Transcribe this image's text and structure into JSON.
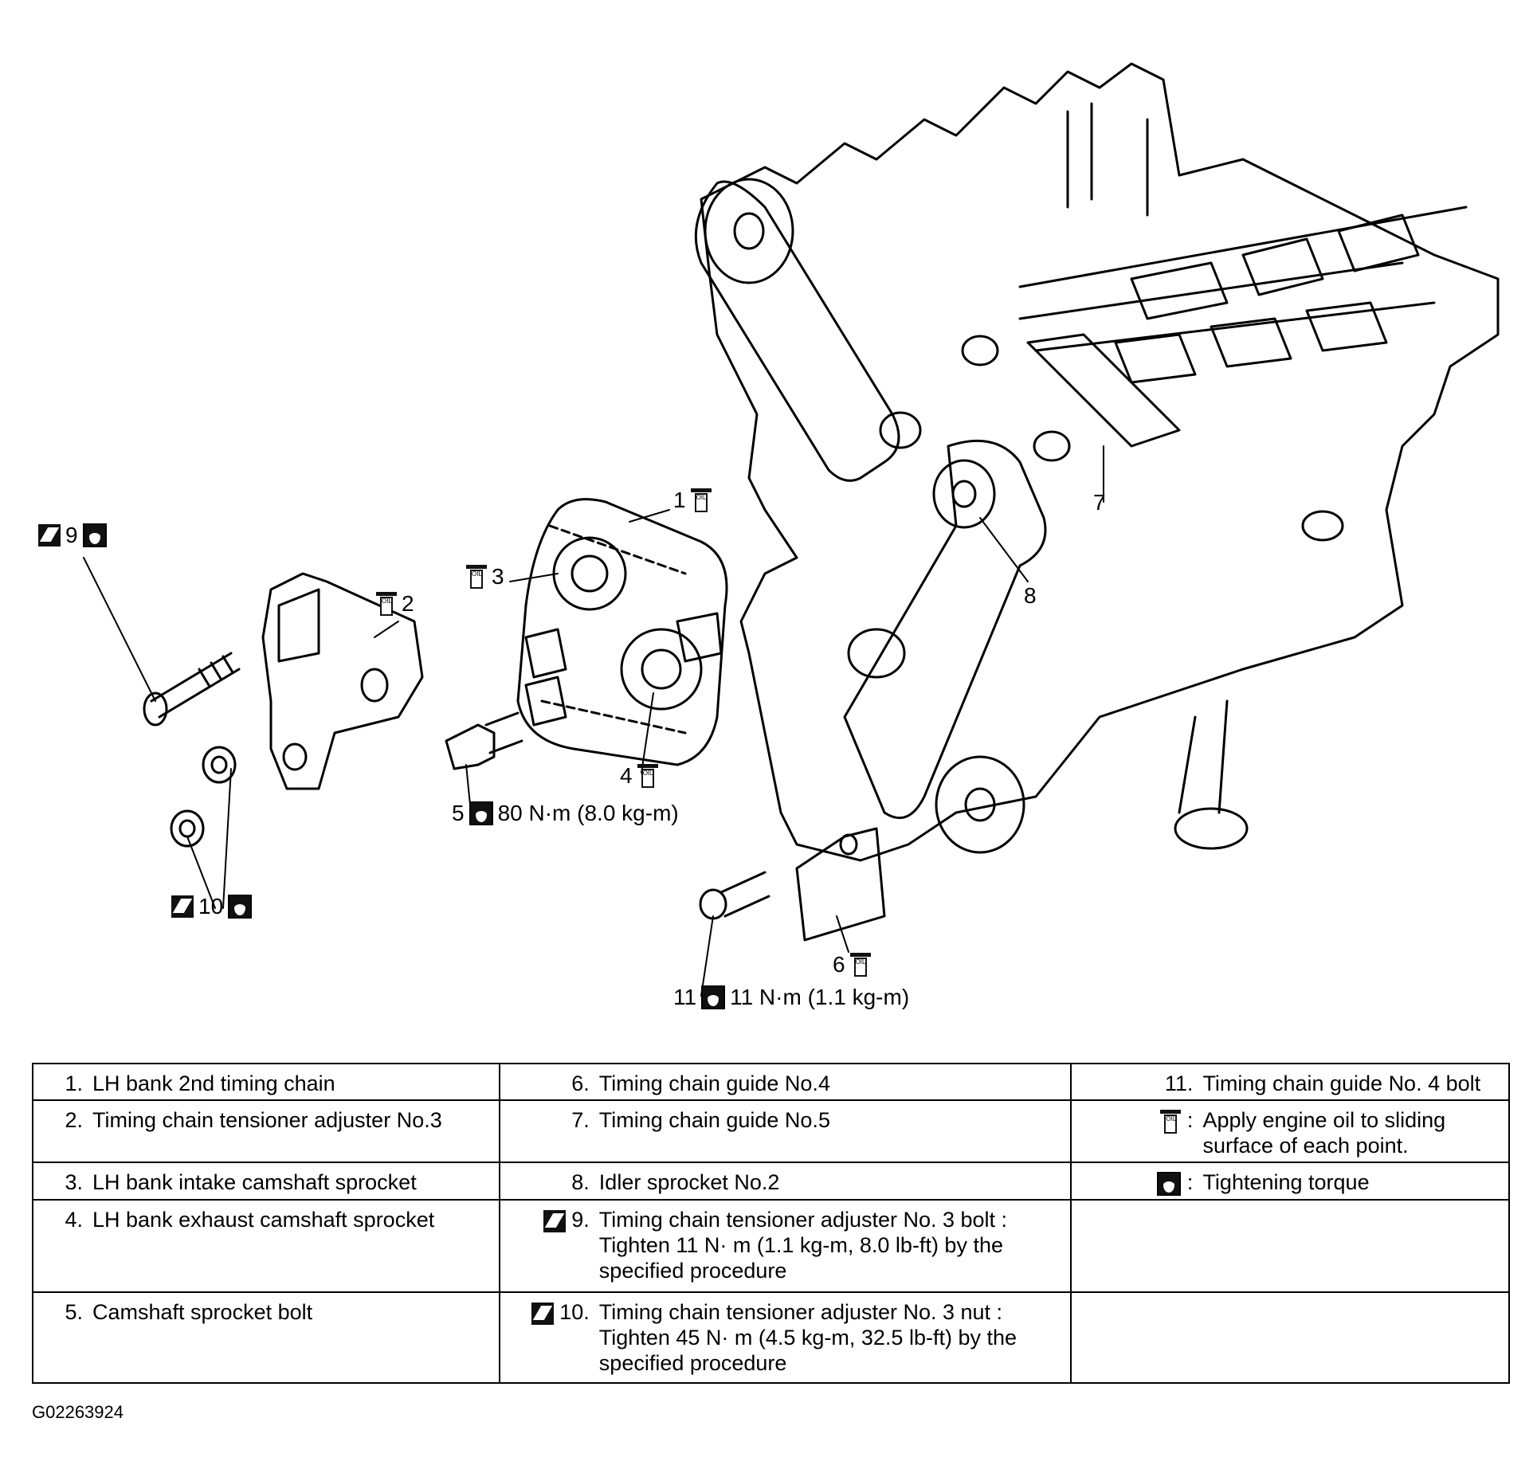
{
  "callouts": {
    "c1": "1",
    "c2": "2",
    "c3": "3",
    "c4": "4",
    "c5": "5",
    "c5_spec": "80 N·m (8.0 kg-m)",
    "c6": "6",
    "c7": "7",
    "c8": "8",
    "c9": "9",
    "c10": "10",
    "c11": "11",
    "c11_spec": "11 N·m (1.1 kg-m)"
  },
  "table": {
    "rows": [
      [
        {
          "num": "1.",
          "text": "LH bank 2nd timing chain"
        },
        {
          "num": "6.",
          "text": "Timing chain guide No.4"
        },
        {
          "num": "11.",
          "text": "Timing chain guide No. 4 bolt"
        }
      ],
      [
        {
          "num": "2.",
          "text": "Timing chain tensioner adjuster No.3"
        },
        {
          "num": "7.",
          "text": "Timing chain guide No.5"
        },
        {
          "num": ":",
          "text": "Apply engine oil to sliding surface of each point."
        }
      ],
      [
        {
          "num": "3.",
          "text": "LH bank intake camshaft sprocket"
        },
        {
          "num": "8.",
          "text": "Idler sprocket No.2"
        },
        {
          "num": ":",
          "text": "Tightening torque"
        }
      ],
      [
        {
          "num": "4.",
          "text": "LH bank exhaust camshaft sprocket"
        },
        {
          "num": "9.",
          "text": "Timing chain tensioner adjuster No. 3 bolt : Tighten 11 N· m (1.1 kg-m, 8.0 lb-ft) by the specified procedure"
        },
        {
          "num": "",
          "text": ""
        }
      ],
      [
        {
          "num": "5.",
          "text": "Camshaft sprocket bolt"
        },
        {
          "num": "10.",
          "text": "Timing chain tensioner adjuster No. 3 nut : Tighten 45 N· m (4.5 kg-m, 32.5 lb-ft) by the specified procedure"
        },
        {
          "num": "",
          "text": ""
        }
      ]
    ]
  },
  "figure_id": "G02263924"
}
